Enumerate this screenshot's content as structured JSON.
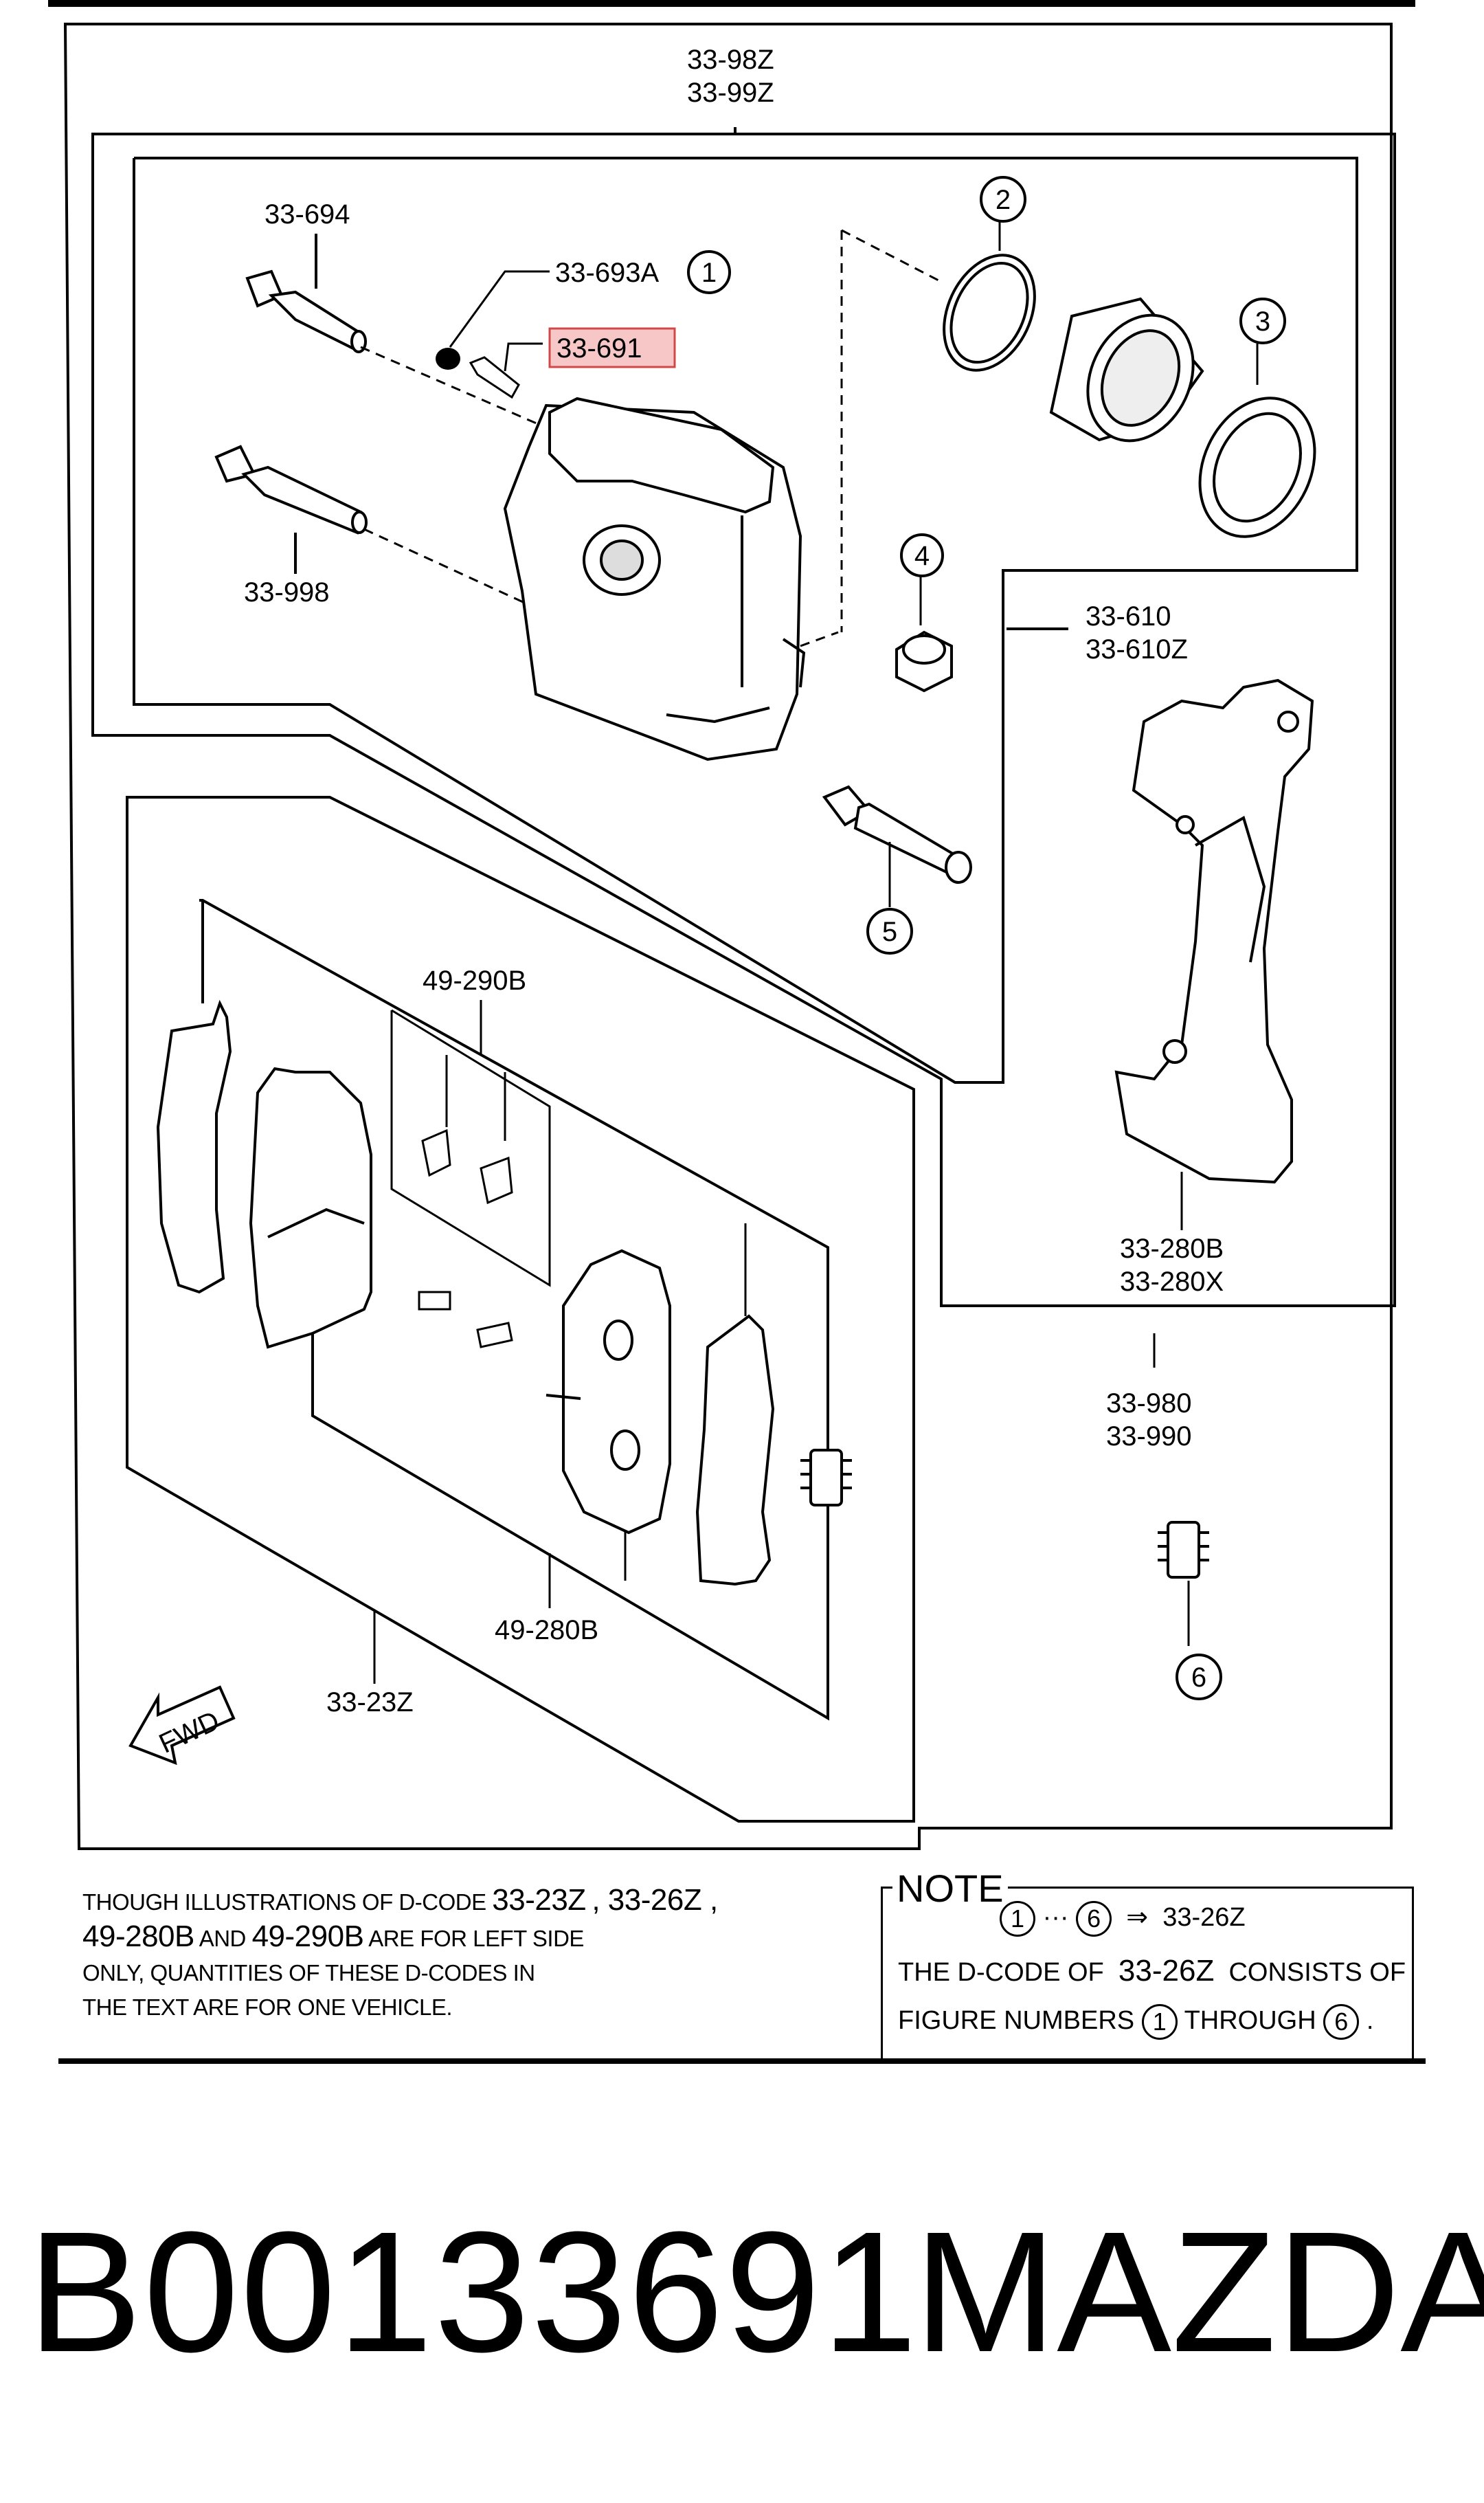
{
  "diagram": {
    "labels": {
      "caliper_assy_a": "33-98Z",
      "caliper_assy_b": "33-99Z",
      "bolt_upper": "33-694",
      "bolt_lower": "33-998",
      "bleeder_cap": "33-693A",
      "bleeder_screw": "33-691",
      "bracket_a": "33-610",
      "bracket_b": "33-610Z",
      "mount_a": "33-280B",
      "mount_b": "33-280X",
      "clip_set": "49-290B",
      "pad_set": "49-280B",
      "pad_kit": "33-23Z",
      "seal_kit_a": "33-980",
      "seal_kit_b": "33-990",
      "fwd": "FWD"
    },
    "callouts": [
      "1",
      "2",
      "3",
      "4",
      "5",
      "6"
    ],
    "highlight_label": "33-691",
    "highlight_color": "#f7c6c6",
    "highlight_border": "#d04848"
  },
  "note_left": {
    "line1_a": "THOUGH ILLUSTRATIONS OF D-CODE",
    "line1_b": "33-23Z",
    "line1_c": ", 33-26Z ,",
    "line2_a": "49-280B",
    "line2_b": "AND",
    "line2_c": "49-290B",
    "line2_d": "ARE FOR LEFT SIDE",
    "line3": "ONLY, QUANTITIES OF THESE D-CODES IN",
    "line4": "THE TEXT ARE FOR ONE VEHICLE."
  },
  "note_right": {
    "title": "NOTE",
    "row1_from": "1",
    "row1_dots": "···",
    "row1_to": "6",
    "row1_arrow": "⇒",
    "row1_code": "33-26Z",
    "row2_a": "THE D-CODE OF",
    "row2_code": "33-26Z",
    "row2_b": "CONSISTS OF",
    "row3_a": "FIGURE NUMBERS",
    "row3_from": "1",
    "row3_b": "THROUGH",
    "row3_to": "6",
    "row3_end": "."
  },
  "footer": {
    "part_number": "B00133691",
    "brand": "MAZDA"
  }
}
